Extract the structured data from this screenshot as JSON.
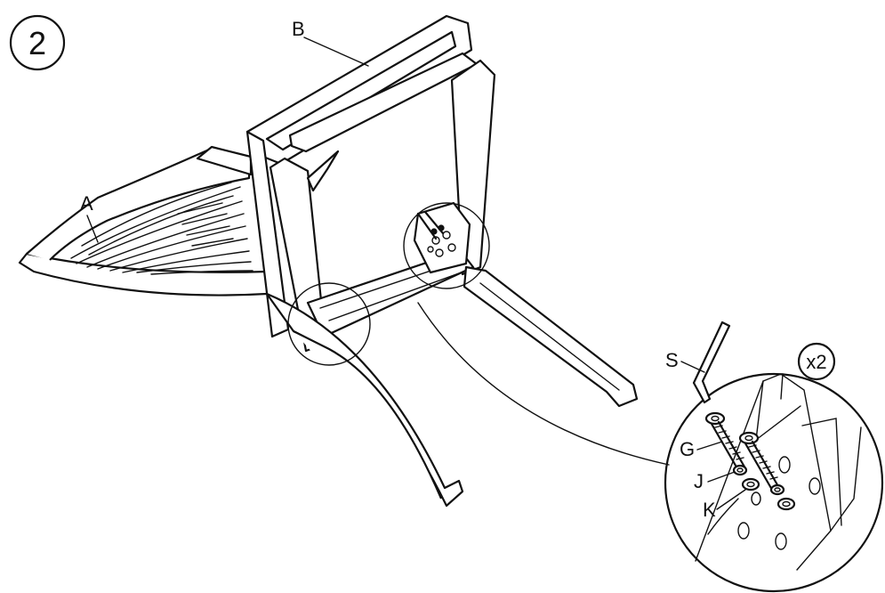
{
  "step": {
    "number": "2"
  },
  "parts": {
    "A": "A",
    "B": "B",
    "G": "G",
    "J": "J",
    "K": "K",
    "S": "S"
  },
  "quantity": "x2",
  "colors": {
    "line": "#111111",
    "background": "#ffffff"
  },
  "icons": [
    "allen-key-icon",
    "bolt-icon",
    "washer-icon"
  ]
}
